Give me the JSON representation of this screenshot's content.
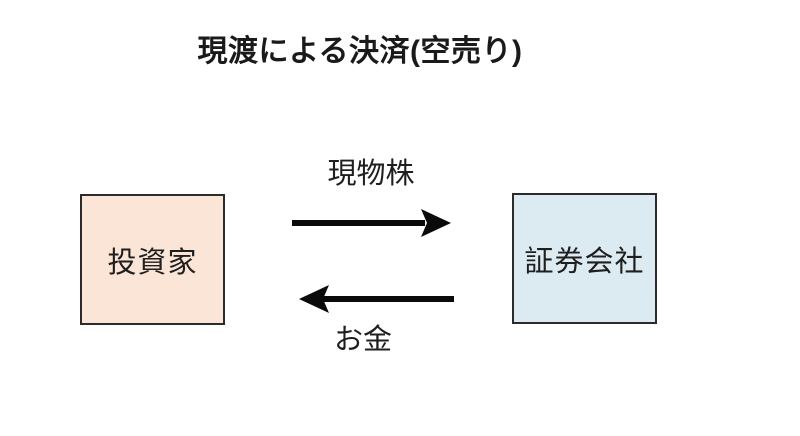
{
  "title": "現渡による決済(空売り)",
  "colors": {
    "background": "#ffffff",
    "title_text": "#1a1a1a",
    "box_border": "#2b2b2b",
    "box_text": "#1f1f1f",
    "investor_box_fill": "#fbe5d6",
    "broker_box_fill": "#dcebf2",
    "arrow": "#0a0a0a",
    "label_text": "#1f1f1f"
  },
  "diagram": {
    "investor_box": {
      "label": "投資家"
    },
    "broker_box": {
      "label": "証券会社"
    },
    "top_flow": {
      "label": "現物株",
      "direction": "right"
    },
    "bottom_flow": {
      "label": "お金",
      "direction": "left"
    }
  }
}
